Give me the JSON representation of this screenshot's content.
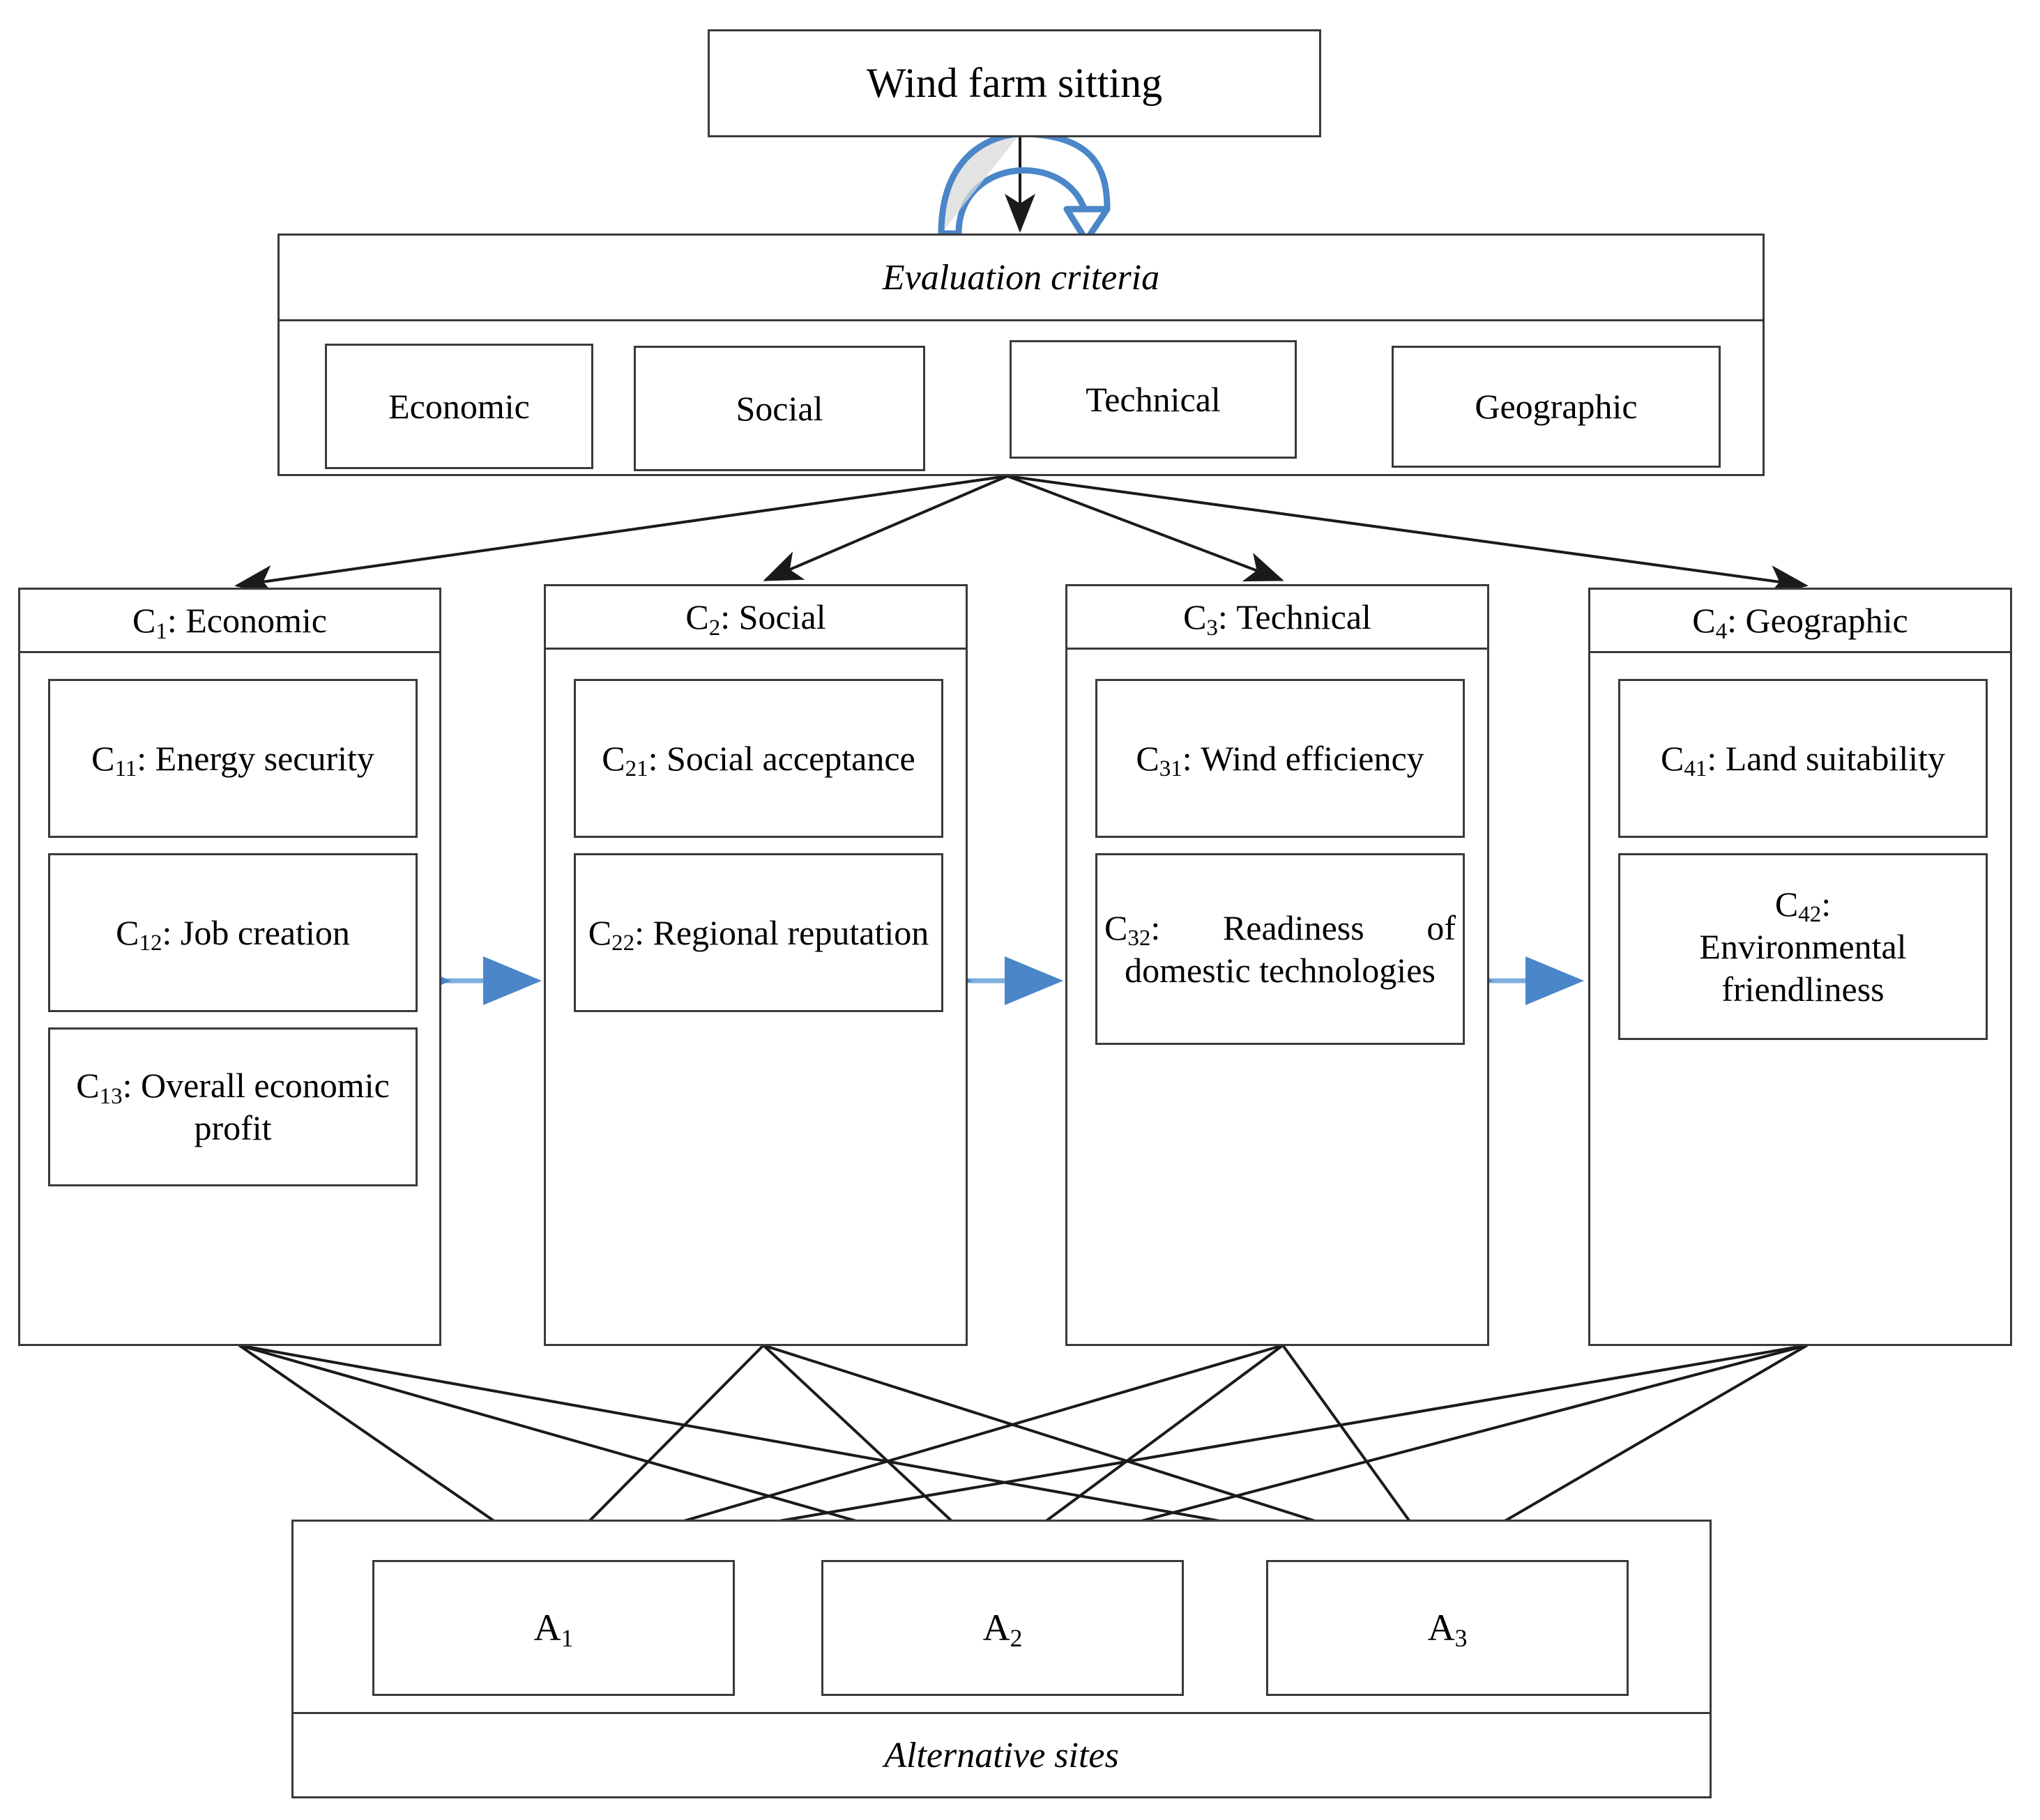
{
  "goal": {
    "label": "Wind farm sitting"
  },
  "evaluation": {
    "header": "Evaluation criteria",
    "criteria": [
      {
        "label": "Economic"
      },
      {
        "label": "Social"
      },
      {
        "label": "Technical"
      },
      {
        "label": "Geographic"
      }
    ]
  },
  "columns": [
    {
      "code": "C",
      "index": "1",
      "name": "Economic",
      "sub": [
        {
          "code": "C",
          "index": "11",
          "name": "Energy security"
        },
        {
          "code": "C",
          "index": "12",
          "name": "Job creation"
        },
        {
          "code": "C",
          "index": "13",
          "name": "Overall economic profit"
        }
      ]
    },
    {
      "code": "C",
      "index": "2",
      "name": "Social",
      "sub": [
        {
          "code": "C",
          "index": "21",
          "name": "Social acceptance"
        },
        {
          "code": "C",
          "index": "22",
          "name": "Regional reputation"
        }
      ]
    },
    {
      "code": "C",
      "index": "3",
      "name": "Technical",
      "sub": [
        {
          "code": "C",
          "index": "31",
          "name": "Wind efficiency"
        },
        {
          "code": "C",
          "index": "32",
          "name": "Readiness of domestic technologies"
        }
      ]
    },
    {
      "code": "C",
      "index": "4",
      "name": "Geographic",
      "sub": [
        {
          "code": "C",
          "index": "41",
          "name": "Land suitability"
        },
        {
          "code": "C",
          "index": "42",
          "name": "Environmental friendliness"
        }
      ]
    }
  ],
  "alternatives": {
    "footer": "Alternative sites",
    "items": [
      {
        "code": "A",
        "index": "1"
      },
      {
        "code": "A",
        "index": "2"
      },
      {
        "code": "A",
        "index": "3"
      }
    ]
  },
  "colors": {
    "stroke": "#3a3a3a",
    "line": "#1a1a1a",
    "interdependence_arrow": "#4a86c8",
    "feedback_arrow": "#4a86c8",
    "feedback_fill": "#d9d9d9",
    "background": "#ffffff"
  },
  "icons": {
    "feedback_loop": "curved-loop-arrow-icon",
    "interdependence": "double-headed-arrow-icon",
    "hierarchy_link": "arrow-line-icon"
  }
}
